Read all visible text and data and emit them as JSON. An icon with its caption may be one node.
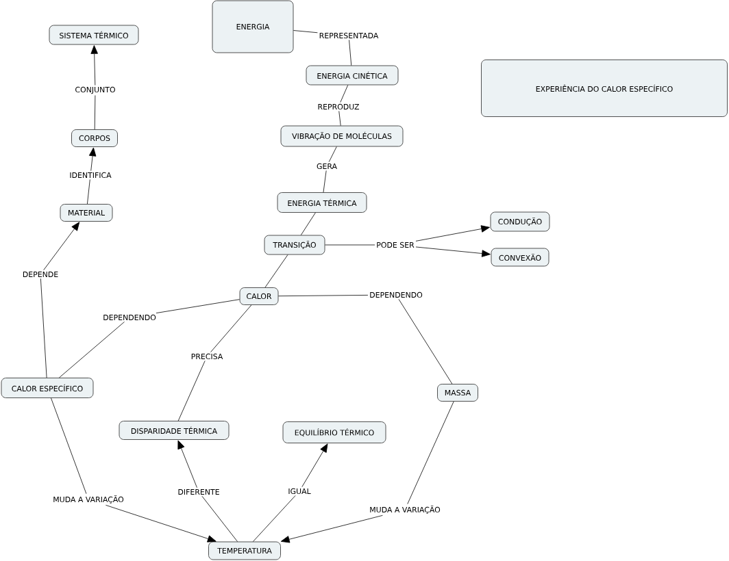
{
  "diagram": {
    "nodes": [
      {
        "text": [
          "ENERGIA"
        ]
      },
      {
        "text": [
          "SISTEMA TÉRMICO"
        ]
      },
      {
        "text": [
          "REPRESENTADA"
        ]
      },
      {
        "text": [
          "ENERGIA CINÉTICA"
        ]
      },
      {
        "text": [
          "EXPERIÊNCIA DO CALOR ESPECÍFICO"
        ]
      },
      {
        "text": [
          "CONJUNTO"
        ]
      },
      {
        "text": [
          "REPRODUZ"
        ]
      },
      {
        "text": [
          "VIBRAÇÃO DE MOLÉCULAS"
        ]
      },
      {
        "text": [
          "CORPOS"
        ]
      },
      {
        "text": [
          "GERA"
        ]
      },
      {
        "text": [
          "IDENTIFICA"
        ]
      },
      {
        "text": [
          "ENERGIA TÉRMICA"
        ]
      },
      {
        "text": [
          "MATERIAL"
        ]
      },
      {
        "text": [
          "CONDUÇÃO"
        ]
      },
      {
        "text": [
          "TRANSIÇÃO"
        ]
      },
      {
        "text": [
          "PODE SER"
        ]
      },
      {
        "text": [
          "CONVEXÃO"
        ]
      },
      {
        "text": [
          "DEPENDE"
        ]
      },
      {
        "text": [
          "DEPENDENDO"
        ]
      },
      {
        "text": [
          "CALOR"
        ]
      },
      {
        "text": [
          "DEPENDENDO"
        ]
      },
      {
        "text": [
          "PRECISA"
        ]
      },
      {
        "text": [
          "CALOR ESPECÍFICO"
        ]
      },
      {
        "text": [
          "MASSA"
        ]
      },
      {
        "text": [
          "DISPARIDADE TÉRMICA"
        ]
      },
      {
        "text": [
          "EQUILÍBRIO TÉRMICO"
        ]
      },
      {
        "text": [
          "DIFERENTE"
        ]
      },
      {
        "text": [
          "IGUAL"
        ]
      },
      {
        "text": [
          "MUDA A VARIAÇÃO"
        ]
      },
      {
        "text": [
          "MUDA A VARIAÇÃO"
        ]
      },
      {
        "text": [
          "TEMPERATURA"
        ]
      }
    ],
    "edges": [
      {
        "from": 0,
        "to": 2,
        "arrow": "none"
      },
      {
        "from": 2,
        "to": 3,
        "arrow": "none"
      },
      {
        "from": 3,
        "to": 6,
        "arrow": "none"
      },
      {
        "from": 6,
        "to": 7,
        "arrow": "none"
      },
      {
        "from": 7,
        "to": 9,
        "arrow": "none"
      },
      {
        "from": 9,
        "to": 11,
        "arrow": "none"
      },
      {
        "from": 11,
        "to": 14,
        "arrow": "none"
      },
      {
        "from": 14,
        "to": 19,
        "arrow": "none"
      },
      {
        "from": 14,
        "to": 15,
        "arrow": "none"
      },
      {
        "from": 15,
        "to": 13,
        "arrow": "to"
      },
      {
        "from": 15,
        "to": 16,
        "arrow": "to"
      },
      {
        "from": 8,
        "to": 5,
        "arrow": "none"
      },
      {
        "from": 5,
        "to": 1,
        "arrow": "to"
      },
      {
        "from": 12,
        "to": 10,
        "arrow": "none"
      },
      {
        "from": 10,
        "to": 8,
        "arrow": "to"
      },
      {
        "from": 22,
        "to": 17,
        "arrow": "none"
      },
      {
        "from": 17,
        "to": 12,
        "arrow": "to"
      },
      {
        "from": 22,
        "to": 20,
        "arrow": "none"
      },
      {
        "from": 20,
        "to": 19,
        "arrow": "none"
      },
      {
        "from": 19,
        "to": 18,
        "arrow": "none"
      },
      {
        "from": 18,
        "to": 23,
        "arrow": "none"
      },
      {
        "from": 19,
        "to": 21,
        "arrow": "none"
      },
      {
        "from": 21,
        "to": 24,
        "arrow": "none"
      },
      {
        "from": 22,
        "to": 28,
        "arrow": "none"
      },
      {
        "from": 28,
        "to": 30,
        "arrow": "to"
      },
      {
        "from": 23,
        "to": 29,
        "arrow": "none"
      },
      {
        "from": 29,
        "to": 30,
        "arrow": "to"
      },
      {
        "from": 30,
        "to": 26,
        "arrow": "none"
      },
      {
        "from": 26,
        "to": 24,
        "arrow": "to"
      },
      {
        "from": 30,
        "to": 27,
        "arrow": "none"
      },
      {
        "from": 27,
        "to": 25,
        "arrow": "to"
      }
    ]
  }
}
